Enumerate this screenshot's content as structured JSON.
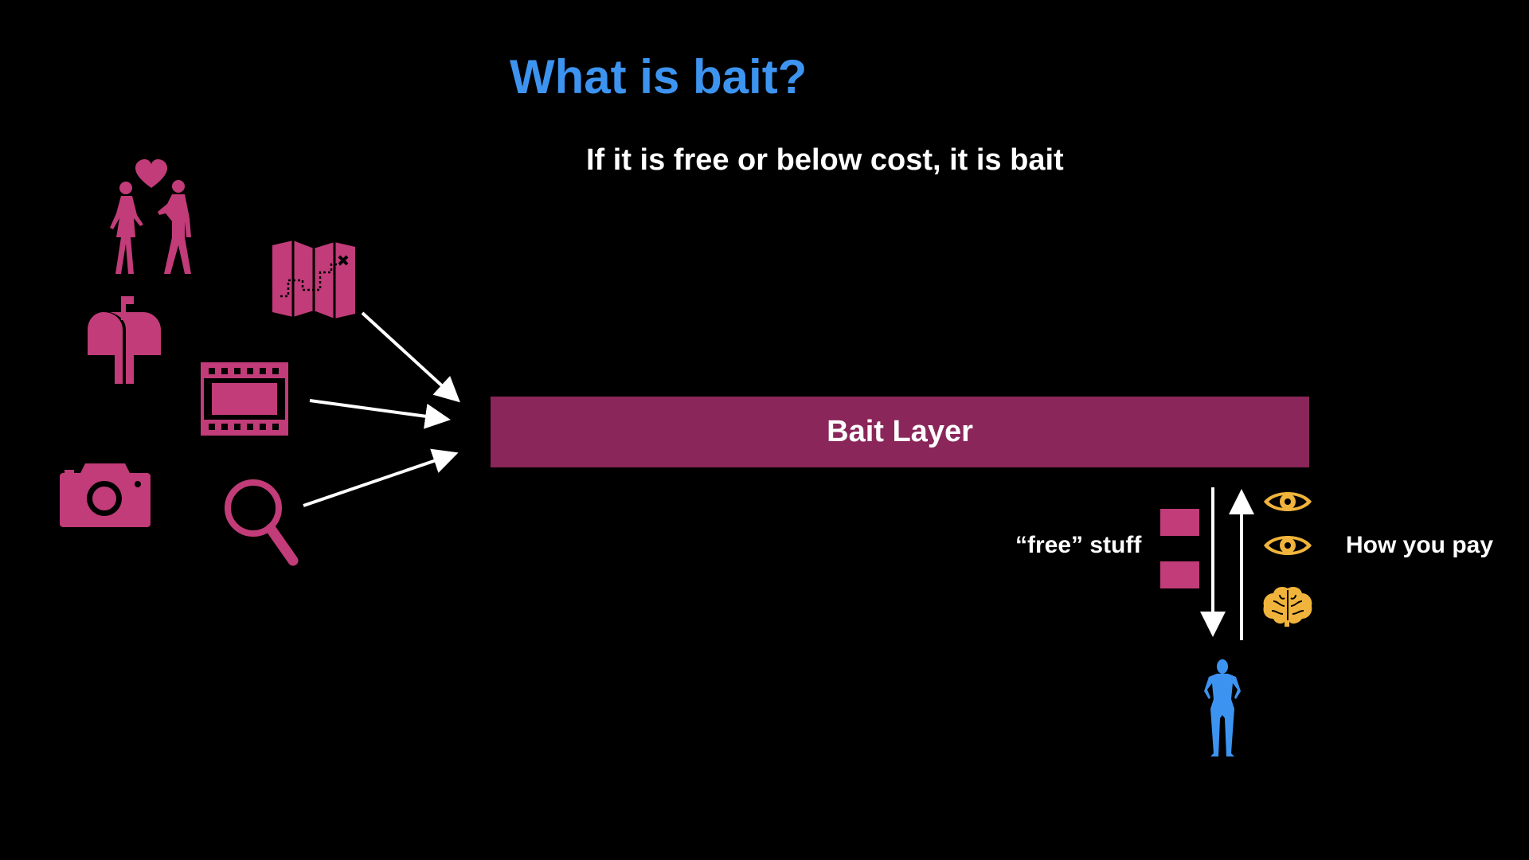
{
  "title": "What is bait?",
  "subtitle": "If it is free or below cost, it is bait",
  "bait_layer": {
    "label": "Bait Layer"
  },
  "flow": {
    "free_label": "“free” stuff",
    "pay_label": "How you pay"
  },
  "colors": {
    "background": "#000000",
    "title": "#3d94f0",
    "text": "#ffffff",
    "bait_layer": "#8a265a",
    "bait_icons": "#c13c78",
    "payment_icons": "#f0b43c",
    "user": "#3d94f0"
  },
  "icons": {
    "services": [
      "dating-couple-icon",
      "map-icon",
      "mailbox-icon",
      "film-icon",
      "camera-icon",
      "search-icon"
    ],
    "payments": [
      "eye-icon",
      "eye-icon",
      "brain-icon"
    ],
    "user": "person-icon"
  }
}
